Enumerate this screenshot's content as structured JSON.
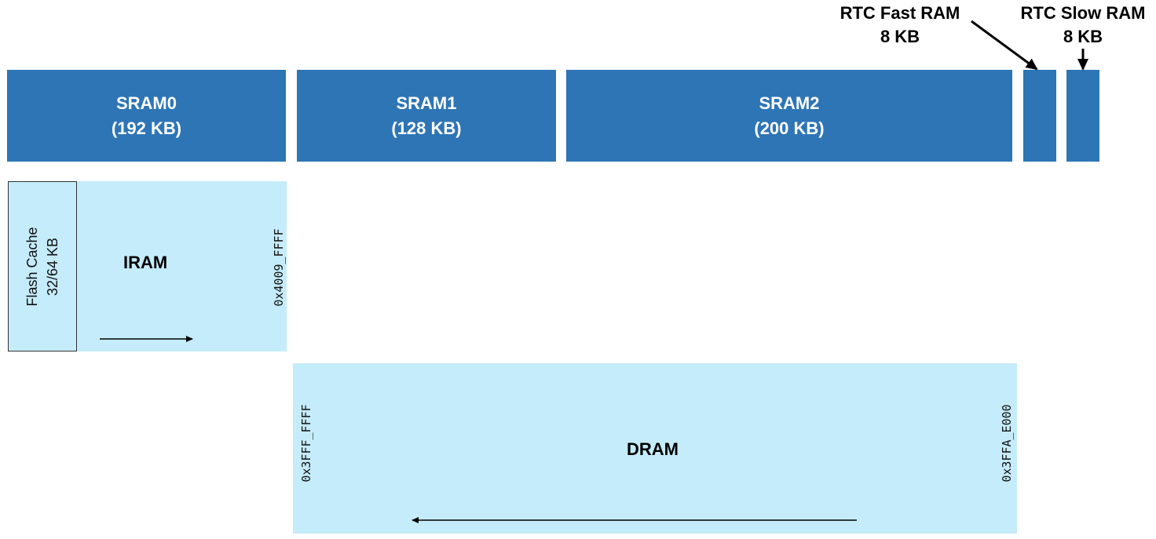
{
  "banks": {
    "sram0": {
      "name": "SRAM0",
      "size": "(192 KB)"
    },
    "sram1": {
      "name": "SRAM1",
      "size": "(128 KB)"
    },
    "sram2": {
      "name": "SRAM2",
      "size": "(200 KB)"
    }
  },
  "rtc_fast": {
    "name": "RTC Fast RAM",
    "size": "8 KB"
  },
  "rtc_slow": {
    "name": "RTC Slow RAM",
    "size": "8 KB"
  },
  "flash_cache": {
    "name": "Flash Cache",
    "size": "32/64 KB"
  },
  "iram": {
    "label": "IRAM",
    "end_address": "0x4009_FFFF"
  },
  "dram": {
    "label": "DRAM",
    "start_address": "0x3FFF_FFFF",
    "end_address": "0x3FFA_E000"
  },
  "colors": {
    "bank": "#2e75b6",
    "region": "#c5ecfa"
  }
}
